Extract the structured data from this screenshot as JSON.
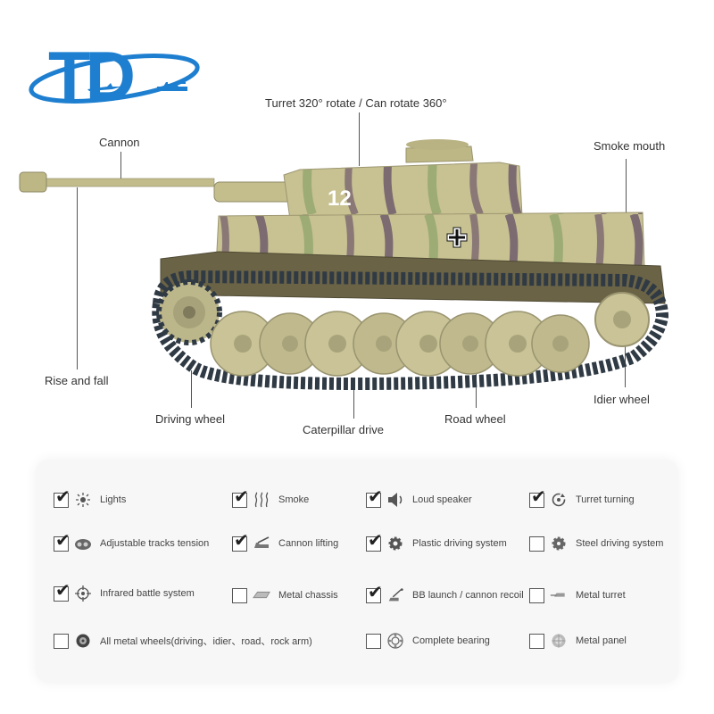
{
  "brand": {
    "logo_text": "TD"
  },
  "callouts": {
    "turret": "Turret 320° rotate / Can rotate 360°",
    "cannon": "Cannon",
    "smoke_mouth": "Smoke mouth",
    "rise_fall": "Rise and fall",
    "driving_wheel": "Driving wheel",
    "caterpillar": "Caterpillar drive",
    "road_wheel": "Road wheel",
    "idler_wheel": "Idier wheel"
  },
  "tank": {
    "turret_number": "12"
  },
  "features": [
    {
      "label": "Lights",
      "checked": true,
      "icon": "sun-icon"
    },
    {
      "label": "Smoke",
      "checked": true,
      "icon": "smoke-icon"
    },
    {
      "label": "Loud speaker",
      "checked": true,
      "icon": "speaker-icon"
    },
    {
      "label": "Turret turning",
      "checked": true,
      "icon": "rotate-icon"
    },
    {
      "label": "Adjustable tracks tension",
      "checked": true,
      "icon": "track-tension-icon"
    },
    {
      "label": "Cannon lifting",
      "checked": true,
      "icon": "cannon-lift-icon"
    },
    {
      "label": "Plastic driving system",
      "checked": true,
      "icon": "gear-icon"
    },
    {
      "label": "Steel driving system",
      "checked": false,
      "icon": "steel-gear-icon"
    },
    {
      "label": "Infrared battle system",
      "checked": true,
      "icon": "crosshair-icon"
    },
    {
      "label": "Metal chassis",
      "checked": false,
      "icon": "chassis-icon"
    },
    {
      "label": "BB launch / cannon recoil",
      "checked": true,
      "icon": "bb-launch-icon"
    },
    {
      "label": "Metal turret",
      "checked": false,
      "icon": "turret-icon"
    },
    {
      "label": "All metal wheels(driving、idier、road、rock arm)",
      "checked": false,
      "icon": "wheel-icon"
    },
    {
      "label": "Complete bearing",
      "checked": false,
      "icon": "bearing-icon"
    },
    {
      "label": "Metal panel",
      "checked": false,
      "icon": "panel-icon"
    }
  ],
  "colors": {
    "brand_blue": "#1e7fd0",
    "tank_sand": "#c8c292",
    "track": "#2f3a44"
  }
}
